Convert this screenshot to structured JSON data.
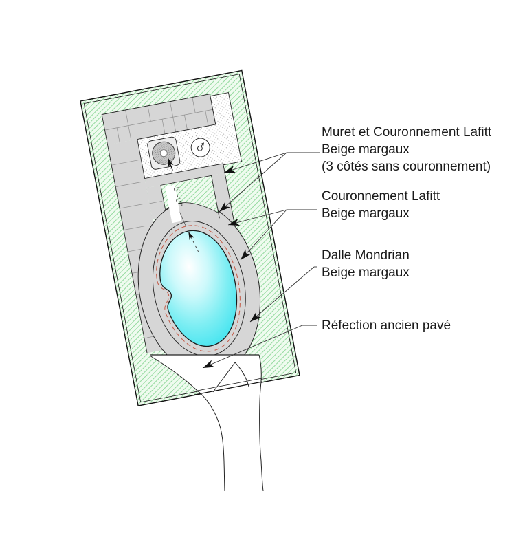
{
  "drawing": {
    "type": "landscape-pool-plan",
    "dimension_label": "5'-0\"",
    "annotations": [
      {
        "id": "muret",
        "lines": [
          "Muret et Couronnement Lafitt",
          "Beige margaux",
          "(3 côtés sans couronnement)"
        ]
      },
      {
        "id": "couronnement",
        "lines": [
          "Couronnement Lafitt",
          "Beige margaux"
        ]
      },
      {
        "id": "dalle",
        "lines": [
          "Dalle Mondrian",
          "Beige margaux"
        ]
      },
      {
        "id": "refection",
        "lines": [
          "Réfection ancien pavé"
        ]
      }
    ],
    "colors": {
      "lawn_hatch_line": "#98dba2",
      "lawn_background": "#effbef",
      "paving_gray": "#d6d6d6",
      "pool_water": "#2ce1ee",
      "pool_liner_dash": "#c4604e",
      "linework": "#1a1a1a"
    },
    "symbols": [
      "heat-pump-icon",
      "pump-icon"
    ]
  }
}
